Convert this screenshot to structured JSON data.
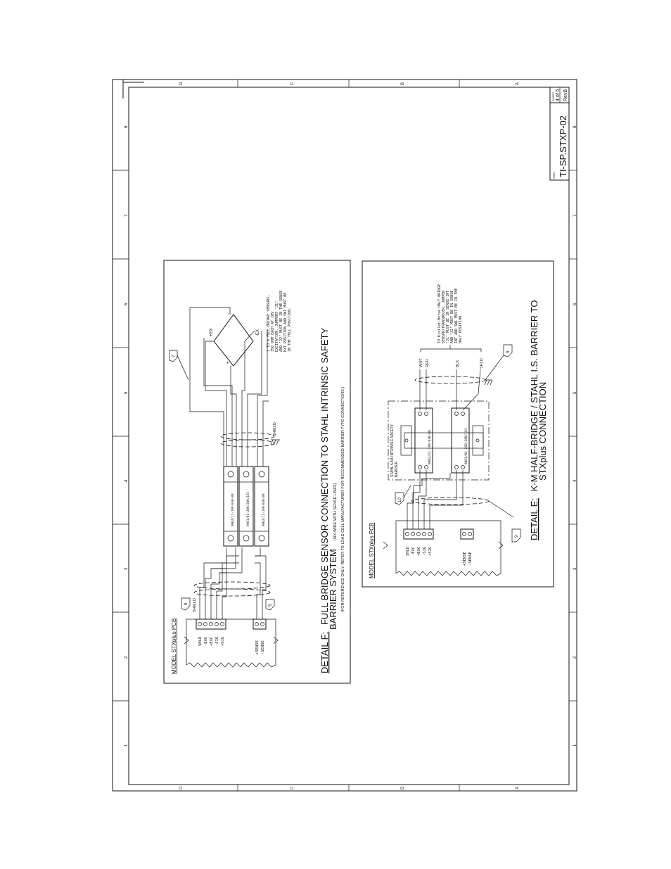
{
  "sheet": {
    "zones_top": [
      "D",
      "C",
      "B",
      "A"
    ],
    "zones_side": [
      "8",
      "7",
      "6",
      "5",
      "4",
      "3",
      "2",
      "1"
    ],
    "title_block": {
      "part_label": "PART",
      "part_number": "TI-SP.STXP-02",
      "sheet_label": "SHEET",
      "sheet_value": "4 of 5",
      "rev": "RevB"
    }
  },
  "detail_f": {
    "title": "DETAIL F:",
    "title_rest": "FULL BRIDGE SENSOR CONNECTION TO STAHL INTRINSIC SAFETY",
    "title_line2": "BARRIER SYSTEM",
    "title_line2_note": "(SIX-WIRE WITH SENSE LINES)",
    "subnote": "(FOR REFERENCE ONLY. REFER TO LOAD CELL MANUFACTURER FOR RECOMMENDED BARRIER TYPE CONNECTIONS.)",
    "pcb_label": "MODEL STXplus PCB",
    "pcb_terminals": [
      "SHLD",
      "-EXC",
      "+EXC",
      "-SIG",
      "+SIG"
    ],
    "sense_terminals": [
      "+SENSE",
      "-SENSE"
    ],
    "barriers": [
      "9002/11-199-030-00",
      "9001/01-280/280/101",
      "9002/11-199-030-00"
    ],
    "shield_label": "SHIELD",
    "bridge_labels": [
      "+EX",
      "-EX",
      "+",
      "-"
    ],
    "note": [
      "1 TO 4 FULL BRIDGE SENSORS,",
      "350 OHM EACH AT 10V",
      "EXCITATION. JUMPERS \"J1\"",
      "AND \"J2\" MUST BE IN THE SENSE",
      "EXT POSITION AND SW1 MUST BE",
      "IN THE FULL POSITION."
    ],
    "tags": [
      "7",
      "9",
      "5"
    ]
  },
  "detail_e": {
    "title": "DETAIL E:",
    "title_rest": "K-M HALF-BRIDGE / STAHL I.S. BARRIER TO",
    "title_line2": "STXplus CONNECTION",
    "pcb_label": "MODEL STXplus PCB",
    "pcb_terminals": [
      "SHLD",
      "-EXC",
      "+EXC",
      "-SIG",
      "+SIG"
    ],
    "sense_terminals": [
      "+SENSE",
      "-SENSE"
    ],
    "barrier_title": [
      "STAHL 5-N4 INTRINSIC SAFETY",
      "BARRIER"
    ],
    "barriers": [
      "9002/11-199-030-00",
      "9001/01-280/280/101"
    ],
    "wire_colors": [
      "WHT",
      "RED",
      "BLK",
      "SHLD"
    ],
    "note": [
      "TO Kistler-Morse HALF-BRIDGE",
      "SENSOR/TRANSDUCER. JUMPER",
      "\"J1\" MUST BE IN SENSE INT",
      "AND \"J2\" MUST BE IN SENSE",
      "INT AND SW1 MUST BE IN THE",
      "HALF POSITION."
    ],
    "tags": [
      "10",
      "9",
      "9"
    ]
  }
}
